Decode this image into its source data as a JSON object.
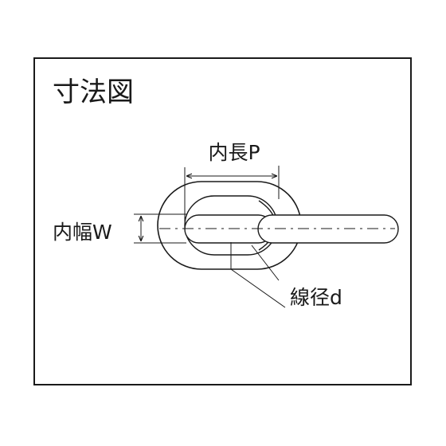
{
  "diagram": {
    "title": "寸法図",
    "labels": {
      "inner_length": "内長P",
      "inner_width": "内幅W",
      "wire_diameter": "線径d"
    },
    "colors": {
      "stroke": "#1a1a1a",
      "background": "#ffffff"
    }
  }
}
